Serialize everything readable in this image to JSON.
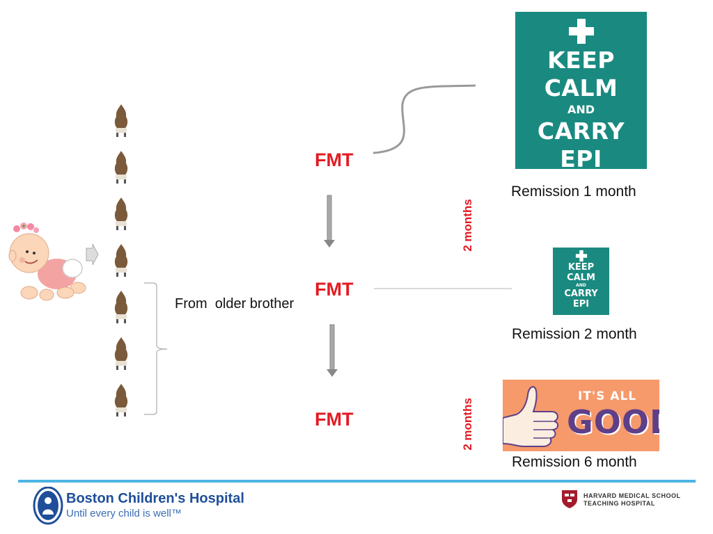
{
  "labels": {
    "fmt_1": "FMT",
    "fmt_2": "FMT",
    "fmt_3": "FMT",
    "from_donor": "From  older brother",
    "interval_1": "2 months",
    "interval_2": "2 months",
    "remission_1": "Remission 1 month",
    "remission_2": "Remission 2 month",
    "remission_3": "Remission 6 month"
  },
  "poster": {
    "line1": "KEEP",
    "line2": "CALM",
    "line3": "AND",
    "line4": "CARRY",
    "line5": "EPI"
  },
  "good_image": {
    "line1": "IT'S ALL",
    "line2": "GOOD!"
  },
  "footer": {
    "hospital_name": "Boston Children's Hospital",
    "hospital_tagline": "Until every child is well™",
    "affiliation_line1": "HARVARD MEDICAL SCHOOL",
    "affiliation_line2": "TEACHING HOSPITAL"
  },
  "colors": {
    "accent_red": "#e31b23",
    "poster_teal": "#1a8a80",
    "footer_blue": "#4db5e3",
    "hospital_blue": "#1f4e9a",
    "good_bg": "#f6996b",
    "good_text": "#5e3f88"
  },
  "icons": {
    "baby": "crawling-baby-icon",
    "stool": "stool-sample-icon",
    "arrow": "down-arrow-icon",
    "thumb": "thumbs-up-icon"
  }
}
